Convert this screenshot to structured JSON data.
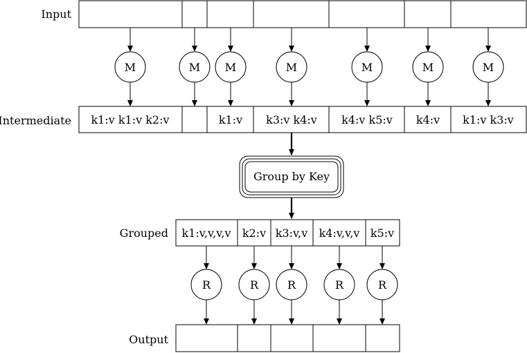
{
  "rows": {
    "input": {
      "label": "Input",
      "cells": [
        "",
        "",
        "",
        "",
        "",
        "",
        ""
      ]
    },
    "map_nodes": [
      "M",
      "M",
      "M",
      "M",
      "M",
      "M",
      "M"
    ],
    "intermediate": {
      "label": "Intermediate",
      "cells": [
        "k1:v k1:v k2:v",
        "",
        "k1:v",
        "k3:v k4:v",
        "k4:v k5:v",
        "k4:v",
        "k1:v k3:v"
      ]
    },
    "group": {
      "label": "Group by Key"
    },
    "grouped": {
      "label": "Grouped",
      "cells": [
        "k1:v,v,v,v",
        "k2:v",
        "k3:v,v",
        "k4:v,v,v",
        "k5:v"
      ]
    },
    "reduce_nodes": [
      "R",
      "R",
      "R",
      "R",
      "R"
    ],
    "output": {
      "label": "Output",
      "cells": [
        "",
        "",
        "",
        "",
        ""
      ]
    }
  }
}
